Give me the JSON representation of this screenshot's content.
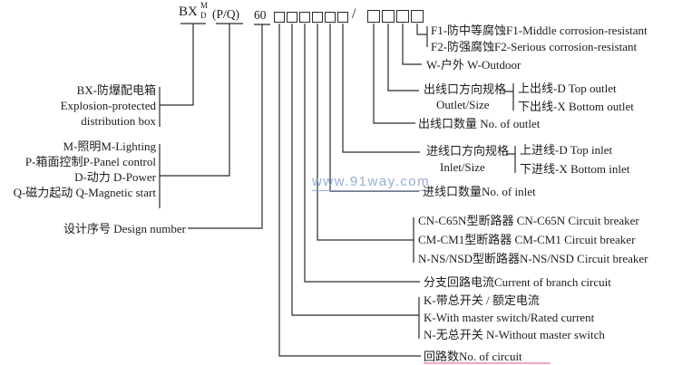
{
  "model": {
    "prefix": "BX",
    "superscript": "M",
    "subscript": "D",
    "variant": "(P/Q)",
    "series": "60",
    "separator": "/",
    "boxes_before_slash": 6,
    "boxes_after_slash": 4
  },
  "watermark": {
    "text": "www.91way.com"
  },
  "left_labels": {
    "bx_lines": [
      "BX-防爆配电箱",
      "Explosion-protected",
      "distribution box"
    ],
    "variant_lines": [
      "M-照明M-Lighting",
      "P-箱面控制P-Panel control",
      "D-动力 D-Power",
      "Q-磁力起动 Q-Magnetic start"
    ],
    "design_number": "设计序号 Design number"
  },
  "right_labels": {
    "corrosion_f1": "F1-防中等腐蚀F1-Middle corrosion-resistant",
    "corrosion_f2": "F2-防强腐蚀F2-Serious corrosion-resistant",
    "outdoor": "W-户外 W-Outdoor",
    "outlet_direction": [
      "出线口方向规格",
      "Outlet/Size"
    ],
    "outlet_top": "上出线-D Top outlet",
    "outlet_bottom": "下出线-X Bottom outlet",
    "outlet_count": "出线口数量 No. of outlet",
    "inlet_direction": [
      "进线口方向规格",
      "Inlet/Size"
    ],
    "inlet_top": "上进线-D Top inlet",
    "inlet_bottom": "下进线-X Bottom inlet",
    "inlet_count": "进线口数量No. of inlet",
    "breaker_lines": [
      "CN-C65N型断路器 CN-C65N Circuit breaker",
      "CM-CM1型断路器 CM-CM1 Circuit breaker",
      "N-NS/NSD型断路器N-NS/NSD Circuit breaker"
    ],
    "branch_current": "分支回路电流Current of branch circuit",
    "master_switch_lines": [
      "K-带总开关 / 额定电流",
      "K-With master switch/Rated current",
      "N-无总开关 N-Without master switch"
    ],
    "circuit_count": "回路数No. of circuit"
  },
  "colors": {
    "line": "#2b2b2b",
    "text": "#1c1c1c",
    "watermark_blue": "#8aa6cf",
    "underline_pink": "#f2a9c4",
    "background": "#ffffff"
  }
}
